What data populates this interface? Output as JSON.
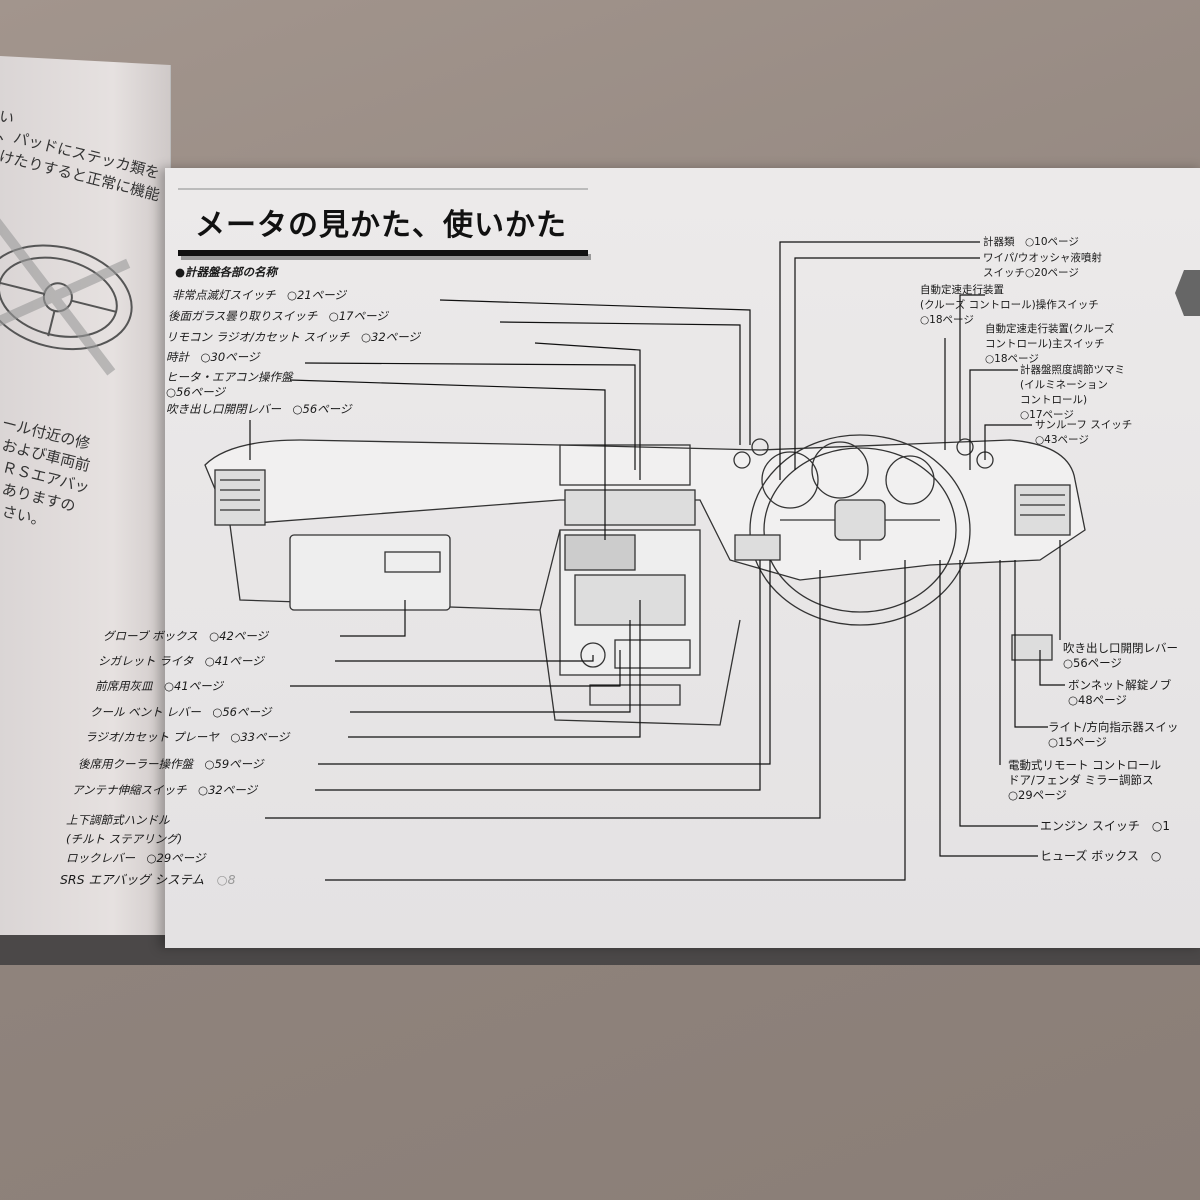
{
  "left_page": {
    "lines_top": [
      "い",
      "、パッドにステッカ類を",
      "けたりすると正常に機能"
    ],
    "lines_bottom": [
      "ール付近の修",
      "および車両前",
      "ＲＳエアバッ",
      "ありますの",
      "さい。"
    ]
  },
  "title": "メータの見かた、使いかた",
  "section_heading": "●計器盤各部の名称",
  "labels_left_top": [
    {
      "name": "非常点滅灯スイッチ",
      "page": "○21ページ"
    },
    {
      "name": "後面ガラス曇り取りスイッチ",
      "page": "○17ページ"
    },
    {
      "name": "リモコン ラジオ/カセット スイッチ",
      "page": "○32ページ"
    },
    {
      "name": "時計",
      "page": "○30ページ"
    },
    {
      "name": "ヒータ・エアコン操作盤",
      "page": "○56ページ"
    },
    {
      "name": "吹き出し口開閉レバー",
      "page": "○56ページ"
    }
  ],
  "labels_left_bottom": [
    {
      "name": "グローブ ボックス",
      "page": "○42ページ"
    },
    {
      "name": "シガレット ライタ",
      "page": "○41ページ"
    },
    {
      "name": "前席用灰皿",
      "page": "○41ページ"
    },
    {
      "name": "クール ベント レバー",
      "page": "○56ページ"
    },
    {
      "name": "ラジオ/カセット プレーヤ",
      "page": "○33ページ"
    },
    {
      "name": "後席用クーラー操作盤",
      "page": "○59ページ"
    },
    {
      "name": "アンテナ伸縮スイッチ",
      "page": "○32ページ"
    },
    {
      "name": "上下調節式ハンドル",
      "name2": "(チルト ステアリング)",
      "name3": "ロックレバー",
      "page": "○29ページ"
    },
    {
      "name": "SRS エアバッグ システム",
      "page": "○8"
    }
  ],
  "labels_right": [
    {
      "name": "計器類",
      "page": "○10ページ"
    },
    {
      "name": "ワイパ/ウオッシャ液噴射",
      "name2": "スイッチ",
      "page": "○20ページ"
    },
    {
      "name": "自動定速走行装置",
      "name2": "(クルーズ コントロール)操作スイッチ",
      "page": "○18ページ"
    },
    {
      "name": "自動定速走行装置(クルーズ",
      "name2": "コントロール)主スイッチ",
      "page": "○18ページ"
    },
    {
      "name": "計器盤照度調節ツマミ",
      "name2": "(イルミネーション",
      "name3": "コントロール)",
      "page": "○17ページ"
    },
    {
      "name": "サンルーフ スイッチ",
      "page": "○43ページ"
    },
    {
      "name": "吹き出し口開閉レバー",
      "page": "○56ページ"
    },
    {
      "name": "ボンネット解錠ノブ",
      "page": "○48ページ"
    },
    {
      "name": "ライト/方向指示器スイッ",
      "page": "○15ページ"
    },
    {
      "name": "電動式リモート コントロール",
      "name2": "ドア/フェンダ ミラー調節ス",
      "page": "○29ページ"
    },
    {
      "name": "エンジン スイッチ",
      "page": "○1"
    },
    {
      "name": "ヒューズ ボックス",
      "page": "○"
    }
  ]
}
